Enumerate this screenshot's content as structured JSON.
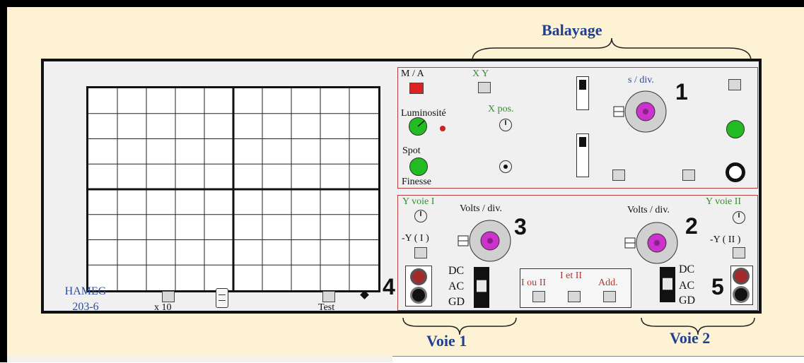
{
  "sections": {
    "balayage": "Balayage",
    "voie1": "Voie 1",
    "voie2": "Voie 2"
  },
  "brand": {
    "line1": "HAMEG",
    "line2": "203-6"
  },
  "bottom": {
    "x10": "x 10",
    "test": "Test"
  },
  "top_panel": {
    "ma": "M / A",
    "xy": "X Y",
    "luminosite": "Luminosité",
    "xpos": "X pos.",
    "spot": "Spot",
    "finesse": "Finesse",
    "sdiv": "s / div.",
    "number": "1"
  },
  "bottom_panel": {
    "yvoie1": "Y voie I",
    "yvoie2": "Y voie II",
    "voltsdiv1": "Volts / div.",
    "voltsdiv2": "Volts / div.",
    "minus_y1": "-Y ( I )",
    "minus_y2": "-Y ( II )",
    "num3": "3",
    "num2": "2",
    "num4": "4",
    "num5": "5",
    "dc": "DC",
    "ac": "AC",
    "gd": "GD",
    "ioui": "I ou II",
    "ieti": "I et II",
    "add": "Add."
  },
  "colors": {
    "power": "#dd2222",
    "green": "#22bb22",
    "knob": "#cc33cc",
    "label_green": "#2f8f2f",
    "label_red": "#b33333",
    "label_blue": "#2b4c9c"
  }
}
